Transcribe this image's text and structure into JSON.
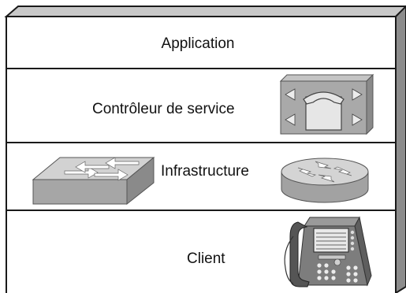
{
  "layers": [
    {
      "id": "application",
      "label": "Application"
    },
    {
      "id": "service-controller",
      "label": "Contrôleur de service"
    },
    {
      "id": "infrastructure",
      "label": "Infrastructure"
    },
    {
      "id": "client",
      "label": "Client"
    }
  ],
  "colors": {
    "front_face": "#ffffff",
    "top_face": "#c8c8c8",
    "side_face": "#8c8c8c",
    "outline": "#1a1a1a",
    "icon_light": "#d4d4d4",
    "icon_mid": "#a8a8a8",
    "icon_dark": "#7a7a7a"
  }
}
